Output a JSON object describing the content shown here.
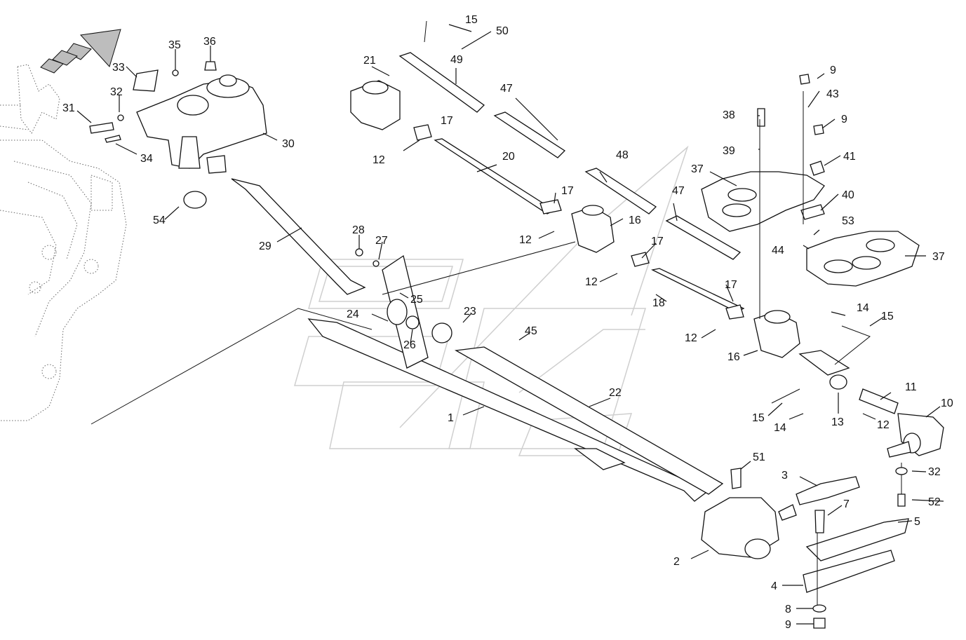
{
  "labels": [
    {
      "id": "15",
      "text": "15"
    },
    {
      "id": "50",
      "text": "50"
    },
    {
      "id": "49",
      "text": "49"
    },
    {
      "id": "21",
      "text": "21"
    },
    {
      "id": "47a",
      "text": "47"
    },
    {
      "id": "17a",
      "text": "17"
    },
    {
      "id": "20",
      "text": "20"
    },
    {
      "id": "12a",
      "text": "12"
    },
    {
      "id": "9a",
      "text": "9"
    },
    {
      "id": "43",
      "text": "43"
    },
    {
      "id": "38",
      "text": "38"
    },
    {
      "id": "9b",
      "text": "9"
    },
    {
      "id": "39",
      "text": "39"
    },
    {
      "id": "41",
      "text": "41"
    },
    {
      "id": "37a",
      "text": "37"
    },
    {
      "id": "40",
      "text": "40"
    },
    {
      "id": "48",
      "text": "48"
    },
    {
      "id": "47b",
      "text": "47"
    },
    {
      "id": "17b",
      "text": "17"
    },
    {
      "id": "16a",
      "text": "16"
    },
    {
      "id": "12b",
      "text": "12"
    },
    {
      "id": "53",
      "text": "53"
    },
    {
      "id": "44",
      "text": "44"
    },
    {
      "id": "37b",
      "text": "37"
    },
    {
      "id": "35",
      "text": "35"
    },
    {
      "id": "36",
      "text": "36"
    },
    {
      "id": "33",
      "text": "33"
    },
    {
      "id": "32a",
      "text": "32"
    },
    {
      "id": "31",
      "text": "31"
    },
    {
      "id": "30",
      "text": "30"
    },
    {
      "id": "34",
      "text": "34"
    },
    {
      "id": "54",
      "text": "54"
    },
    {
      "id": "29",
      "text": "29"
    },
    {
      "id": "28",
      "text": "28"
    },
    {
      "id": "27",
      "text": "27"
    },
    {
      "id": "25",
      "text": "25"
    },
    {
      "id": "24",
      "text": "24"
    },
    {
      "id": "26",
      "text": "26"
    },
    {
      "id": "23",
      "text": "23"
    },
    {
      "id": "45",
      "text": "45"
    },
    {
      "id": "17c",
      "text": "17"
    },
    {
      "id": "12c",
      "text": "12"
    },
    {
      "id": "18",
      "text": "18"
    },
    {
      "id": "17d",
      "text": "17"
    },
    {
      "id": "12d",
      "text": "12"
    },
    {
      "id": "16b",
      "text": "16"
    },
    {
      "id": "14a",
      "text": "14"
    },
    {
      "id": "15b",
      "text": "15"
    },
    {
      "id": "11",
      "text": "11"
    },
    {
      "id": "10",
      "text": "10"
    },
    {
      "id": "15c",
      "text": "15"
    },
    {
      "id": "14b",
      "text": "14"
    },
    {
      "id": "13",
      "text": "13"
    },
    {
      "id": "12e",
      "text": "12"
    },
    {
      "id": "22",
      "text": "22"
    },
    {
      "id": "1",
      "text": "1"
    },
    {
      "id": "51",
      "text": "51"
    },
    {
      "id": "3",
      "text": "3"
    },
    {
      "id": "7",
      "text": "7"
    },
    {
      "id": "5",
      "text": "5"
    },
    {
      "id": "32b",
      "text": "32"
    },
    {
      "id": "52",
      "text": "52"
    },
    {
      "id": "2",
      "text": "2"
    },
    {
      "id": "4",
      "text": "4"
    },
    {
      "id": "8",
      "text": "8"
    },
    {
      "id": "9c",
      "text": "9"
    }
  ]
}
